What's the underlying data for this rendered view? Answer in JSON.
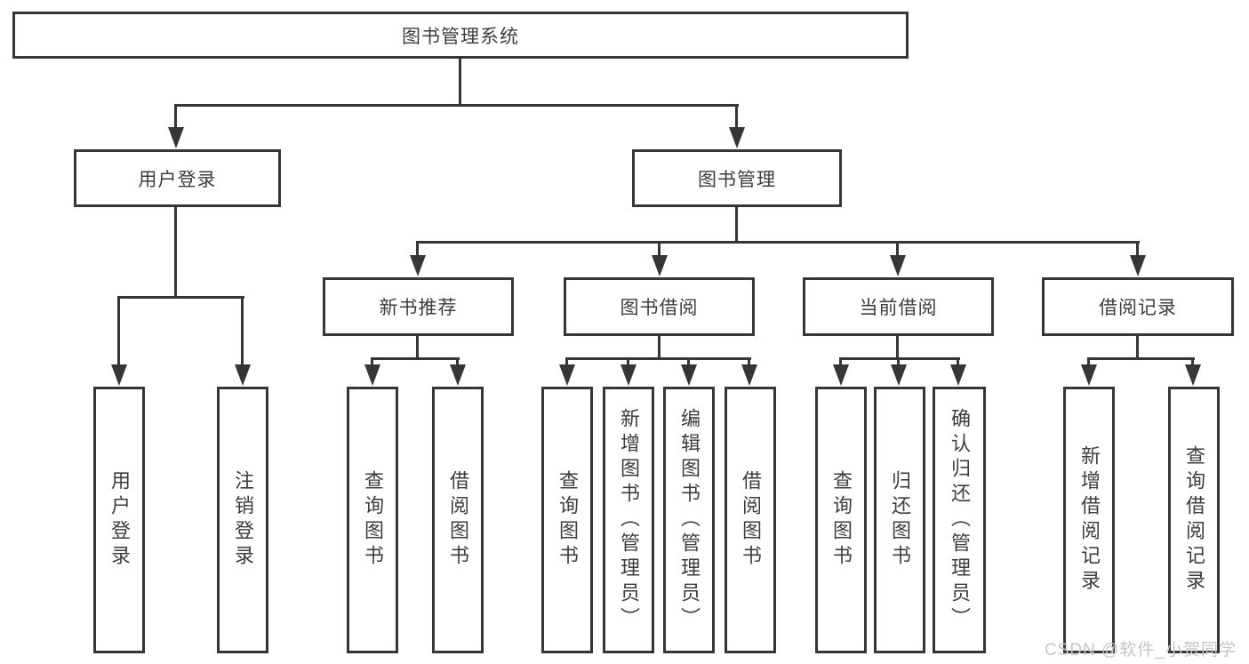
{
  "nodes": {
    "root": "图书管理系统",
    "user_login": "用户登录",
    "book_management": "图书管理",
    "new_book_recommend": "新书推荐",
    "book_borrowing": "图书借阅",
    "current_borrowing": "当前借阅",
    "borrowing_records": "借阅记录",
    "leaf_user_login": "用户登录",
    "leaf_logout": "注销登录",
    "nb_query_books": "查询图书",
    "nb_borrow_books": "借阅图书",
    "bb_query_books": "查询图书",
    "bb_add_books": "新增图书（管理员）",
    "bb_edit_books": "编辑图书（管理员）",
    "bb_borrow_books": "借阅图书",
    "cb_query_books": "查询图书",
    "cb_return_books": "归还图书",
    "cb_confirm_return": "确认归还（管理员）",
    "br_add_record": "新增借阅记录",
    "br_query_record": "查询借阅记录"
  },
  "hierarchy": {
    "label": "图书管理系统",
    "children": [
      {
        "label": "用户登录",
        "children": [
          {
            "label": "用户登录"
          },
          {
            "label": "注销登录"
          }
        ]
      },
      {
        "label": "图书管理",
        "children": [
          {
            "label": "新书推荐",
            "children": [
              {
                "label": "查询图书"
              },
              {
                "label": "借阅图书"
              }
            ]
          },
          {
            "label": "图书借阅",
            "children": [
              {
                "label": "查询图书"
              },
              {
                "label": "新增图书（管理员）"
              },
              {
                "label": "编辑图书（管理员）"
              },
              {
                "label": "借阅图书"
              }
            ]
          },
          {
            "label": "当前借阅",
            "children": [
              {
                "label": "查询图书"
              },
              {
                "label": "归还图书"
              },
              {
                "label": "确认归还（管理员）"
              }
            ]
          },
          {
            "label": "借阅记录",
            "children": [
              {
                "label": "新增借阅记录"
              },
              {
                "label": "查询借阅记录"
              }
            ]
          }
        ]
      }
    ]
  },
  "watermark": "CSDN @软件_小贺同学",
  "colors": {
    "line": "#363636",
    "text": "#3d3d3d",
    "watermark": "#c6c6c6",
    "background": "#ffffff"
  }
}
